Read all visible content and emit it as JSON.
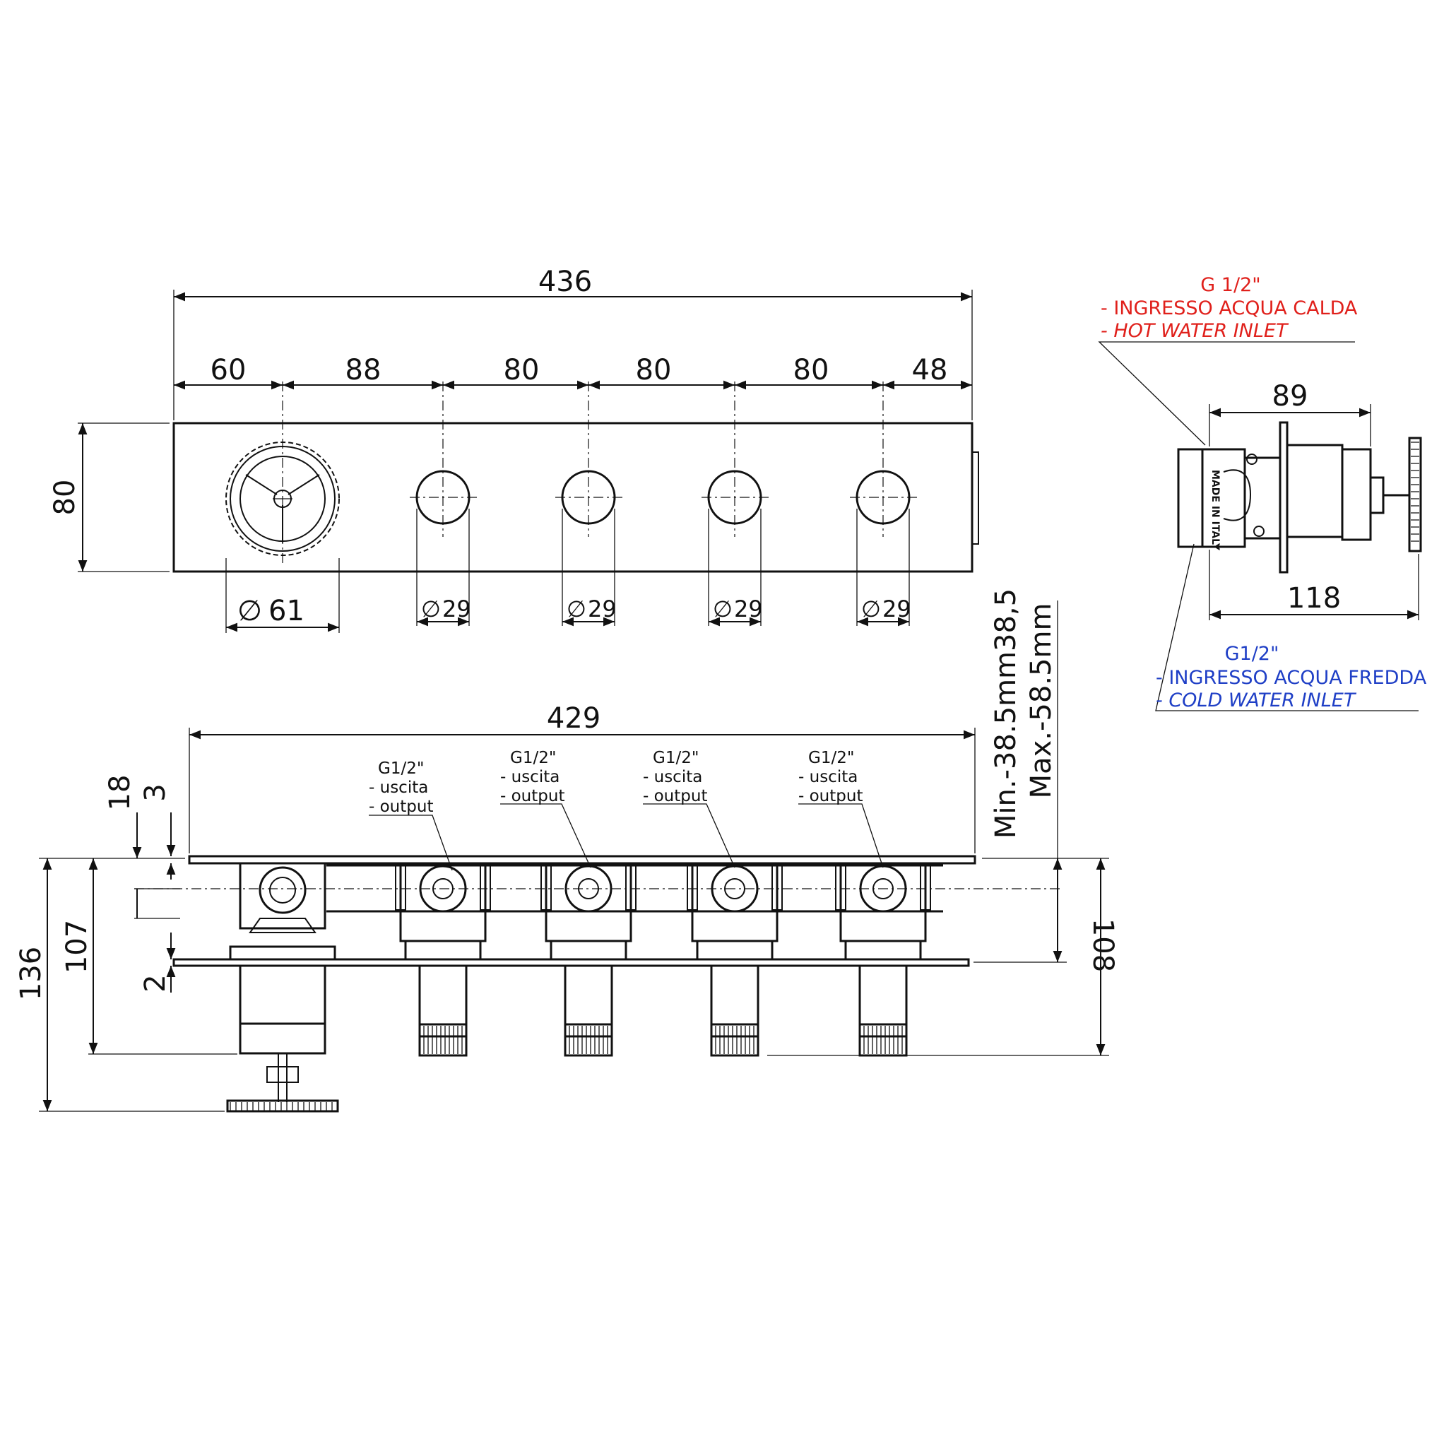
{
  "front_view": {
    "overall_width": "436",
    "spacings": [
      "60",
      "88",
      "80",
      "80",
      "80",
      "48"
    ],
    "height": "80",
    "big_knob_diameter": "61",
    "small_knob_diameter": "29",
    "diameter_symbol": "∅"
  },
  "section_view": {
    "plate_width": "429",
    "dim_18": "18",
    "dim_3": "3",
    "dim_2": "2",
    "dim_136": "136",
    "dim_107": "107",
    "dim_108": "108",
    "min_depth": "Min.-38.5mm38,5",
    "max_depth": "Max.-58.5mm",
    "output_labels": [
      {
        "size": "G1/2\"",
        "it": "- uscita",
        "en": "- output"
      },
      {
        "size": "G1/2\"",
        "it": "- uscita",
        "en": "- output"
      },
      {
        "size": "G1/2\"",
        "it": "- uscita",
        "en": "- output"
      },
      {
        "size": "G1/2\"",
        "it": "- uscita",
        "en": "- output"
      }
    ]
  },
  "side_view": {
    "dim_89": "89",
    "dim_118": "118",
    "stamp": "MADE IN ITALY",
    "hot_inlet": {
      "size": "G 1/2\"",
      "it": "- INGRESSO ACQUA CALDA",
      "en": "- HOT WATER INLET"
    },
    "cold_inlet": {
      "size": "G1/2\"",
      "it": "- INGRESSO ACQUA FREDDA",
      "en": "- COLD WATER INLET"
    }
  },
  "colors": {
    "hot": "#e0201b",
    "cold": "#1f3fc6",
    "line": "#111111"
  }
}
